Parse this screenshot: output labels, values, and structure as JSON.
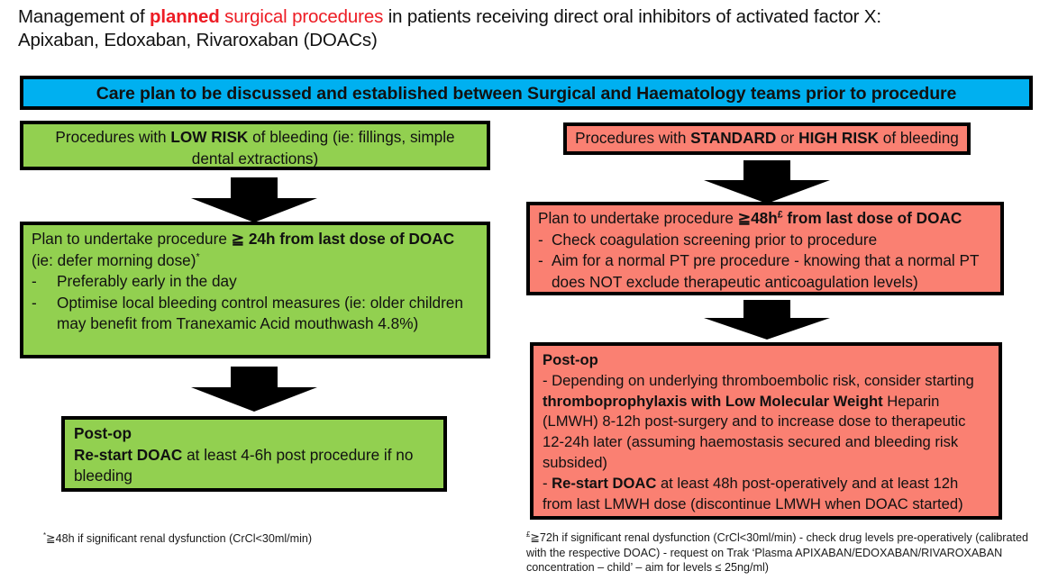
{
  "title": {
    "line1_a": "Management of ",
    "line1_red_bold": "planned",
    "line1_red": " surgical procedures",
    "line1_b": " in patients receiving direct oral inhibitors of activated factor X:",
    "line2": "Apixaban, Edoxaban, Rivaroxaban (DOACs)"
  },
  "banner": {
    "text": "Care plan to be discussed and established between Surgical and Haematology teams prior to procedure",
    "color": "#00B0F0"
  },
  "colors": {
    "low_risk": "#92D050",
    "high_risk": "#FA8072",
    "banner": "#00B0F0",
    "accent_red": "#ED1C24",
    "border": "#000000"
  },
  "left_branch": {
    "risk_box": {
      "pre": "Procedures with ",
      "bold": "LOW RISK",
      "post": " of bleeding (ie: fillings, simple dental extractions)"
    },
    "plan_box": {
      "line1_pre": "Plan to undertake procedure ",
      "line1_bold": "≧ 24h from last dose of DOAC",
      "line2": "(ie: defer morning dose)",
      "line2_sup": "*",
      "bullets": [
        "Preferably early in the day",
        "Optimise local bleeding control measures (ie: older children may benefit from Tranexamic Acid mouthwash 4.8%)"
      ],
      "dash": "-"
    },
    "postop_box": {
      "heading": "Post-op",
      "bold": "Re-start DOAC",
      "rest": " at least 4-6h post procedure if no bleeding"
    },
    "footnote": {
      "marker": "*",
      "text": "≧48h if significant renal dysfunction (CrCl<30ml/min)"
    }
  },
  "right_branch": {
    "risk_box": {
      "pre": "Procedures with ",
      "bold1": "STANDARD",
      "mid": " or ",
      "bold2": "HIGH RISK",
      "post": " of bleeding"
    },
    "plan_box": {
      "line1_pre": "Plan to undertake procedure ",
      "line1_bold": "≧48h",
      "line1_sup": "£",
      "line1_bold2": " from last dose of DOAC",
      "dash": "-",
      "bullets": [
        "Check coagulation screening prior to procedure",
        "Aim for a normal PT pre procedure - knowing that a normal PT does NOT exclude therapeutic anticoagulation levels)"
      ]
    },
    "postop_box": {
      "heading": "Post-op",
      "para1_pre": "- Depending on underlying thromboembolic risk, consider starting ",
      "para1_bold": "thromboprophylaxis with Low Molecular Weight",
      "para1_post": " Heparin (LMWH) 8-12h post-surgery and to increase dose to therapeutic 12-24h later (assuming haemostasis secured and bleeding risk subsided)",
      "para2_dash": "- ",
      "para2_bold": "Re-start DOAC",
      "para2_post": " at least 48h post-operatively and at least 12h from last LMWH dose (discontinue LMWH when DOAC started)"
    },
    "footnote": {
      "marker": "£",
      "text": "≧72h if significant renal dysfunction (CrCl<30ml/min) - check drug levels pre-operatively (calibrated with the respective DOAC) - request on Trak ‘Plasma APIXABAN/EDOXABAN/RIVAROXABAN concentration – child’ – aim for levels ≤ 25ng/ml)"
    }
  },
  "arrows": {
    "left_1": "down-arrow-low-risk-to-plan",
    "left_2": "down-arrow-plan-to-postop",
    "right_1": "down-arrow-high-risk-to-plan",
    "right_2": "down-arrow-plan-to-postop"
  }
}
